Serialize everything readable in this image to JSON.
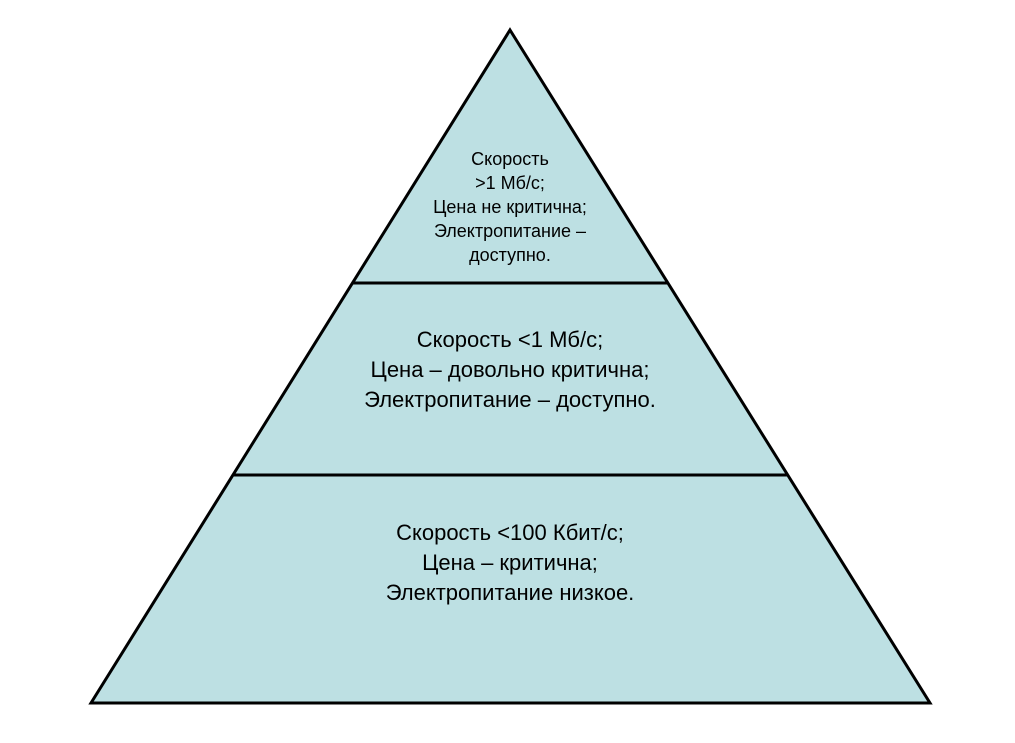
{
  "colors": {
    "fill": "#bde0e3",
    "stroke": "#000000",
    "background": "#ffffff"
  },
  "tiers": {
    "top": {
      "lines": [
        "Скорость",
        ">1 Мб/с;",
        "Цена не критична;",
        "Электропитание –",
        "доступно."
      ]
    },
    "middle": {
      "lines": [
        "Скорость <1 Мб/с;",
        "Цена – довольно критична;",
        "Электропитание – доступно."
      ]
    },
    "bottom": {
      "lines": [
        "Скорость <100 Кбит/с;",
        "Цена – критична;",
        "Электропитание низкое."
      ]
    }
  }
}
